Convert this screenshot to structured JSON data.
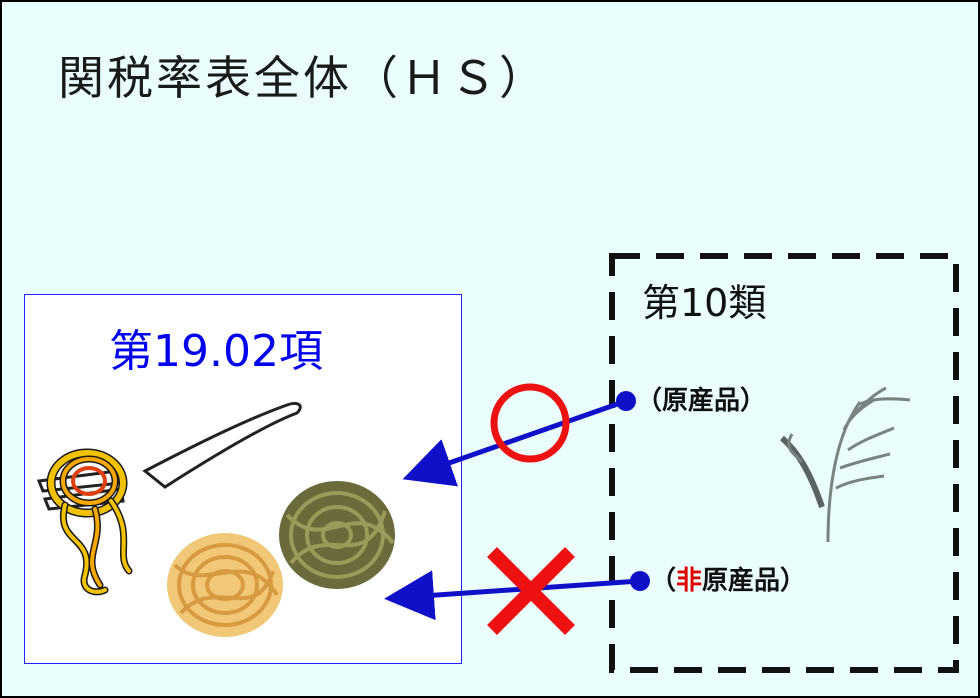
{
  "title": "関税率表全体（ＨＳ）",
  "heading": {
    "label": "第19.02項"
  },
  "chapter": {
    "label": "第10類"
  },
  "items": {
    "originating": {
      "open": "（",
      "text": "原産品",
      "close": "）"
    },
    "non_originating": {
      "open": "（",
      "neg": "非",
      "text": "原産品",
      "close": "）"
    }
  },
  "colors": {
    "background": "#eafefe",
    "arrow": "#1010c8",
    "allowed_mark": "#ee1111",
    "denied_mark": "#ee1111",
    "heading_border": "#2222ff",
    "heading_text": "#0000ee"
  }
}
